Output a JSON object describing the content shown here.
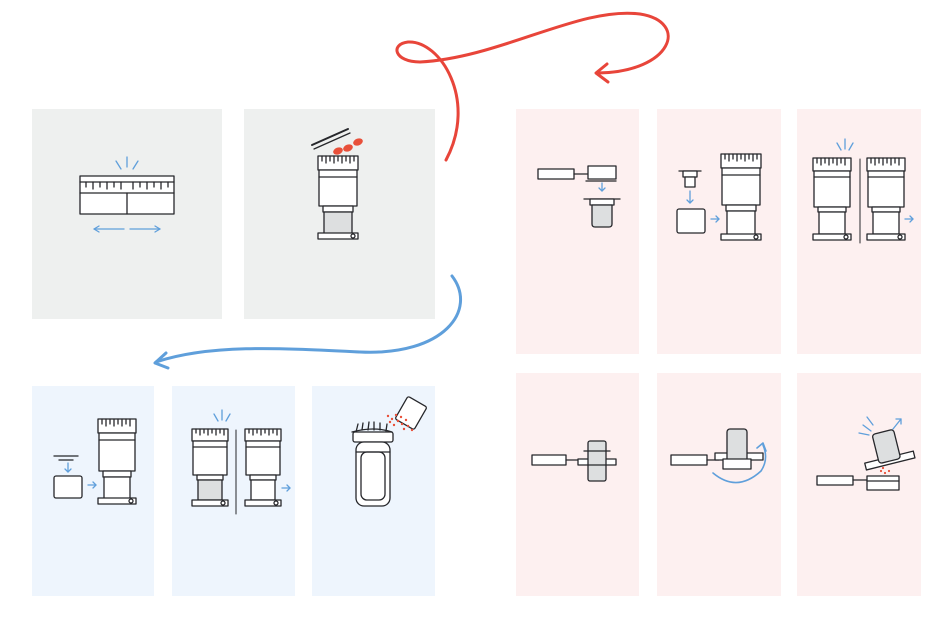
{
  "colors": {
    "gray_panel": "#eef0ef",
    "blue_panel": "#eef5fd",
    "pink_panel": "#fdf0f0",
    "red_arrow": "#e8453a",
    "blue_arrow": "#5f9fdb",
    "line": "#26272b"
  },
  "panels": [
    {
      "id": "gray-1",
      "group": "gray",
      "illustration": "dial-adjust-icon"
    },
    {
      "id": "gray-2",
      "group": "gray",
      "illustration": "grinder-add-beans-icon"
    },
    {
      "id": "blue-1",
      "group": "blue",
      "illustration": "cup-under-grinder-icon"
    },
    {
      "id": "blue-2",
      "group": "blue",
      "illustration": "grinder-grind-icon"
    },
    {
      "id": "blue-3",
      "group": "blue",
      "illustration": "pour-into-shaker-icon"
    },
    {
      "id": "pink-1",
      "group": "pink",
      "illustration": "portafilter-dosing-cup-icon"
    },
    {
      "id": "pink-2",
      "group": "pink",
      "illustration": "cup-under-grinder-icon"
    },
    {
      "id": "pink-3",
      "group": "pink",
      "illustration": "grinder-grind-icon"
    },
    {
      "id": "pink-4",
      "group": "pink",
      "illustration": "portafilter-dosing-cup-icon"
    },
    {
      "id": "pink-5",
      "group": "pink",
      "illustration": "portafilter-rotate-icon"
    },
    {
      "id": "pink-6",
      "group": "pink",
      "illustration": "portafilter-lift-cup-icon"
    }
  ],
  "arrows": [
    {
      "id": "red-loop-arrow",
      "color": "#e8453a"
    },
    {
      "id": "blue-curve-arrow",
      "color": "#5f9fdb"
    }
  ]
}
